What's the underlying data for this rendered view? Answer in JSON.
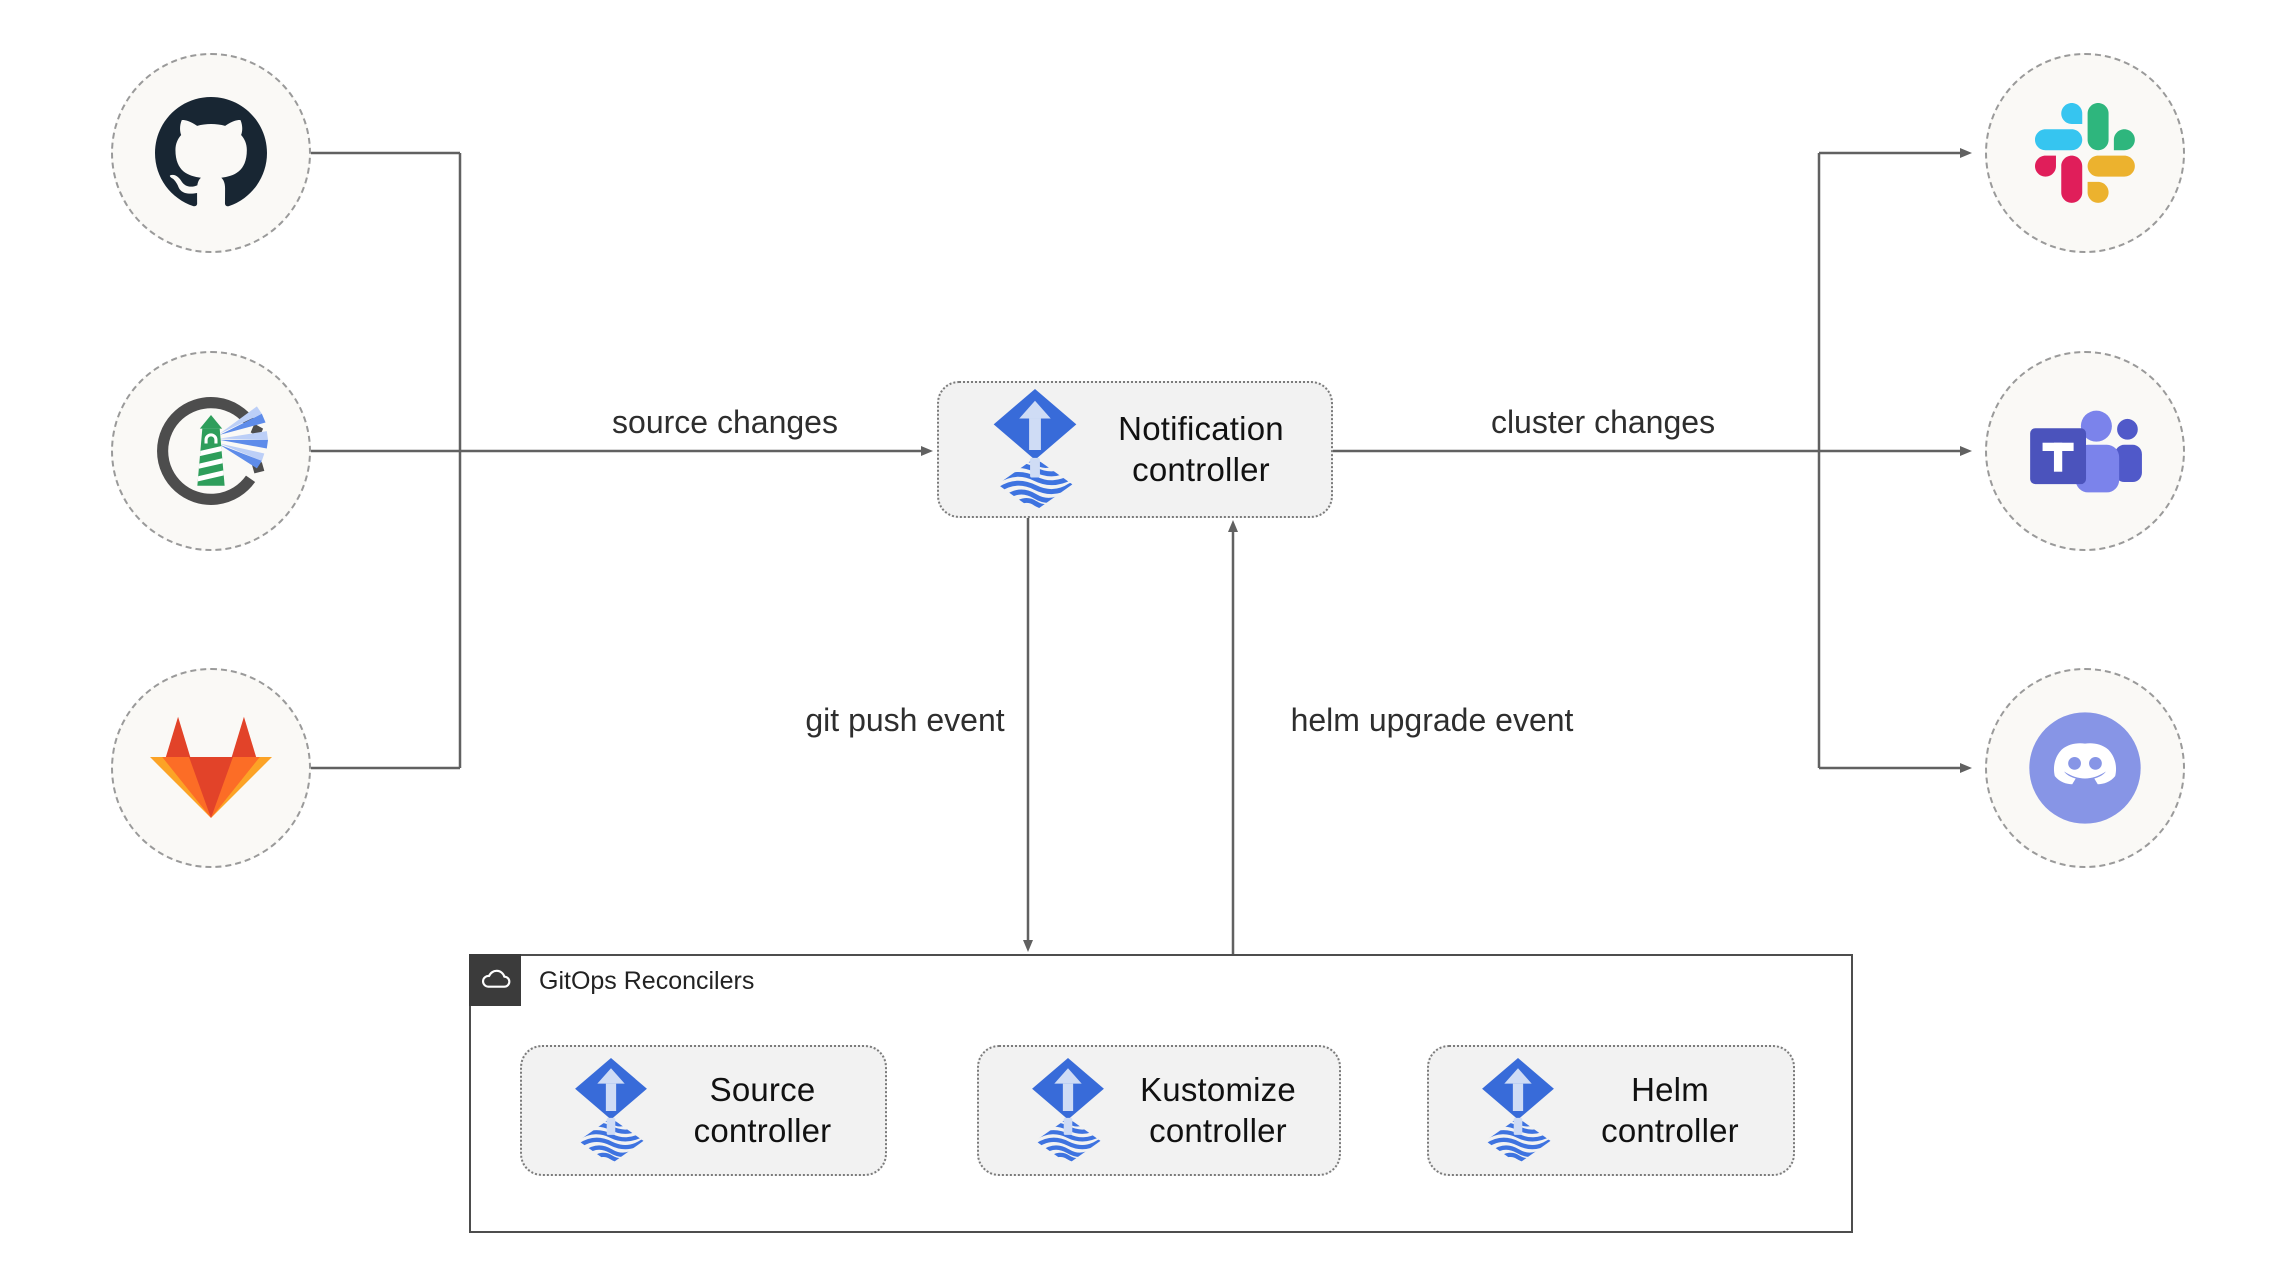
{
  "nodes": {
    "notification": {
      "label": "Notification controller",
      "icon": "flux-icon"
    },
    "source": {
      "label": "Source controller",
      "icon": "flux-icon"
    },
    "kustomize": {
      "label": "Kustomize controller",
      "icon": "flux-icon"
    },
    "helm": {
      "label": "Helm controller",
      "icon": "flux-icon"
    }
  },
  "container": {
    "title": "GitOps Reconcilers",
    "icon": "cloud-icon"
  },
  "edges": {
    "source_changes": "source changes",
    "cluster_changes": "cluster changes",
    "git_push_event": "git push event",
    "helm_upgrade_event": "helm upgrade event"
  },
  "sources": [
    {
      "icon": "github-icon"
    },
    {
      "icon": "harbor-icon"
    },
    {
      "icon": "gitlab-icon"
    }
  ],
  "targets": [
    {
      "icon": "slack-icon"
    },
    {
      "icon": "teams-icon"
    },
    {
      "icon": "discord-icon"
    }
  ],
  "colors": {
    "flux_blue": "#386BD9",
    "flux_light": "#CFDCF5",
    "wire_gray": "#616161",
    "node_fill": "#F2F2F2",
    "node_border": "#7B7B7B",
    "circle_fill": "#FAF9F6",
    "circle_border": "#9A9A9A",
    "container_border": "#4D4D4D",
    "tag_bg": "#3B3B3B",
    "text": "#111111",
    "slack_blue": "#36C5F0",
    "slack_green": "#2EB67D",
    "slack_yellow": "#ECB22E",
    "slack_red": "#E01E5A",
    "gitlab_red": "#E24329",
    "gitlab_orange": "#FC6D26",
    "gitlab_yellow": "#FCA326",
    "teams_purple": "#4B53BC",
    "teams_light": "#7B83EB",
    "teams_mid": "#5059C9",
    "discord_blurple": "#8795E6",
    "github_dark": "#182633",
    "harbor_gray": "#4D4D4D",
    "harbor_green": "#2E9E5B"
  }
}
